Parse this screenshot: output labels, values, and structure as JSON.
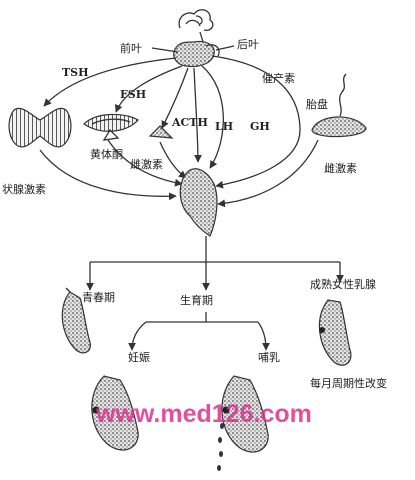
{
  "labels": {
    "anterior_lobe": "前叶",
    "posterior_lobe": "后叶",
    "tsh": "TSH",
    "fsh": "FSH",
    "acth": "ACTH",
    "lh": "LH",
    "gh": "GH",
    "oxytocin": "催产素",
    "placenta": "胎盘",
    "corpus_luteum": "黄体酮",
    "estrogen_ovary": "雌激素",
    "estrogen_placenta": "雌激素",
    "thyroid_hormone": "状腺激素",
    "puberty": "青春期",
    "reproductive_period": "生育期",
    "mature_breast": "成熟女性乳腺",
    "pregnancy": "妊娠",
    "lactation": "哺乳",
    "monthly_change": "每月周期性改变"
  },
  "watermark": "www.med126.com",
  "colors": {
    "ink": "#222222",
    "tissue_fill": "#c9c9c9",
    "watermark": "#e0308f"
  }
}
